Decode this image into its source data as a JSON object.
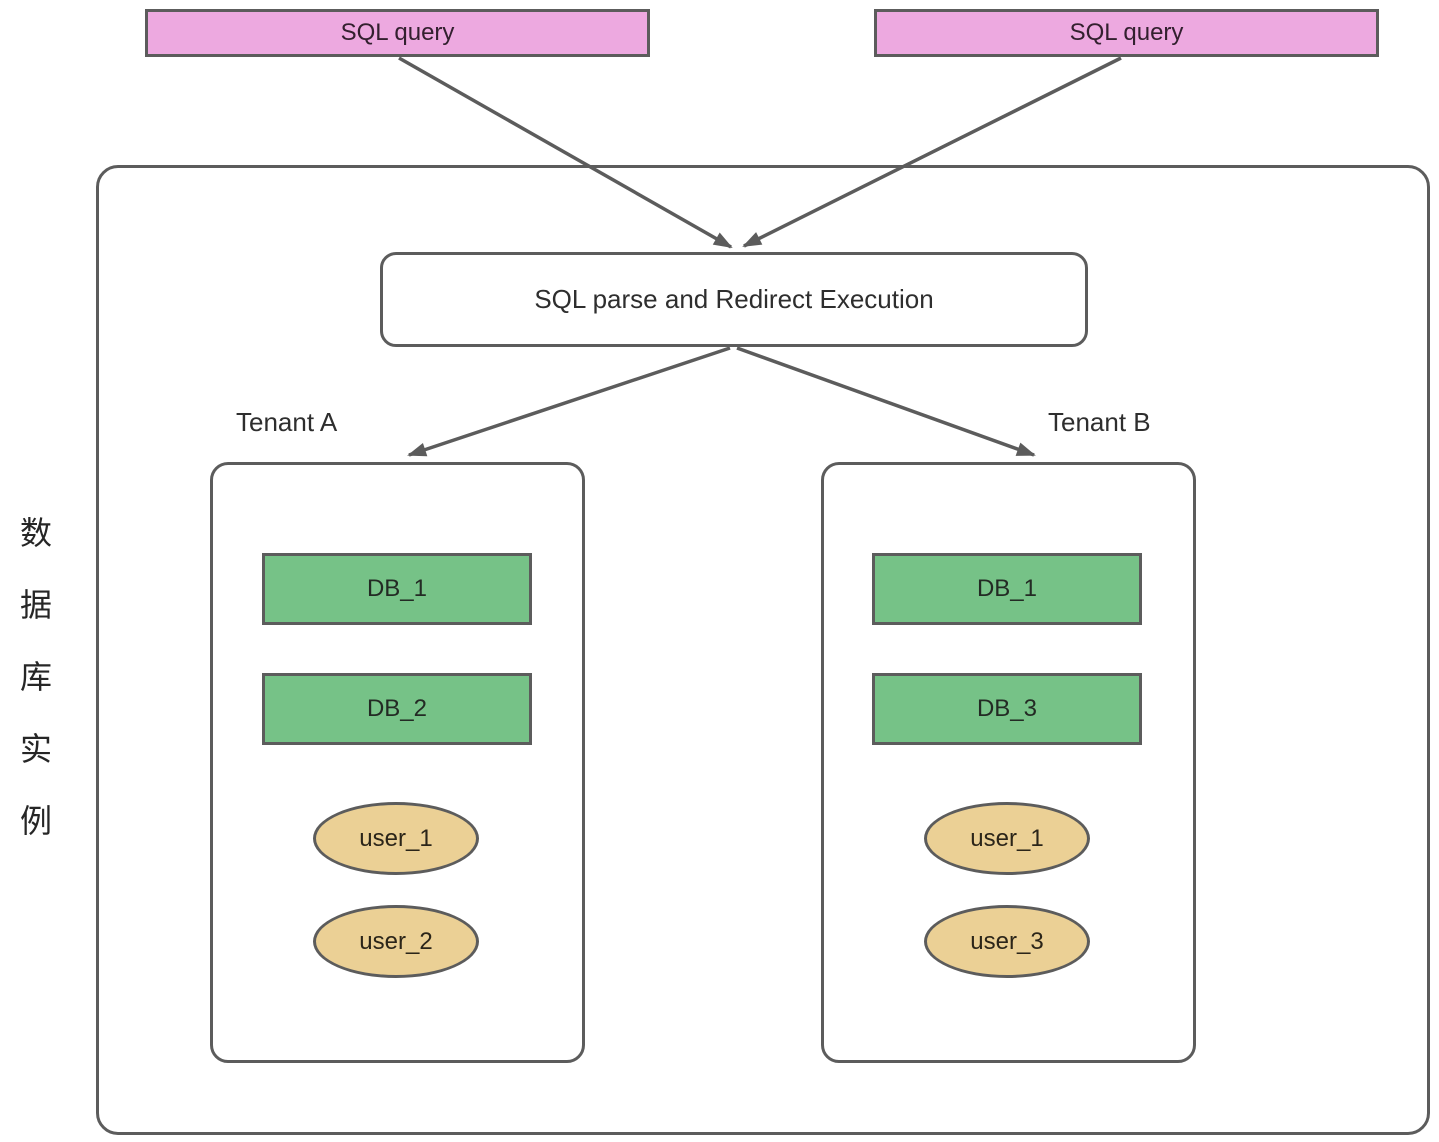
{
  "diagram": {
    "title": "Multi-tenant SQL routing diagram",
    "instance_label": {
      "text": "数据库实例",
      "chars": [
        "数",
        "据",
        "库",
        "实",
        "例"
      ]
    },
    "queries": [
      {
        "label": "SQL query"
      },
      {
        "label": "SQL query"
      }
    ],
    "parser": {
      "label": "SQL parse and Redirect Execution"
    },
    "tenants": [
      {
        "name": "Tenant A",
        "databases": [
          "DB_1",
          "DB_2"
        ],
        "users": [
          "user_1",
          "user_2"
        ]
      },
      {
        "name": "Tenant B",
        "databases": [
          "DB_1",
          "DB_3"
        ],
        "users": [
          "user_1",
          "user_3"
        ]
      }
    ],
    "colors": {
      "query_fill": "#eda9e0",
      "database_fill": "#76c287",
      "user_fill": "#ebd095",
      "stroke": "#5c5c5c",
      "background": "#ffffff"
    }
  }
}
